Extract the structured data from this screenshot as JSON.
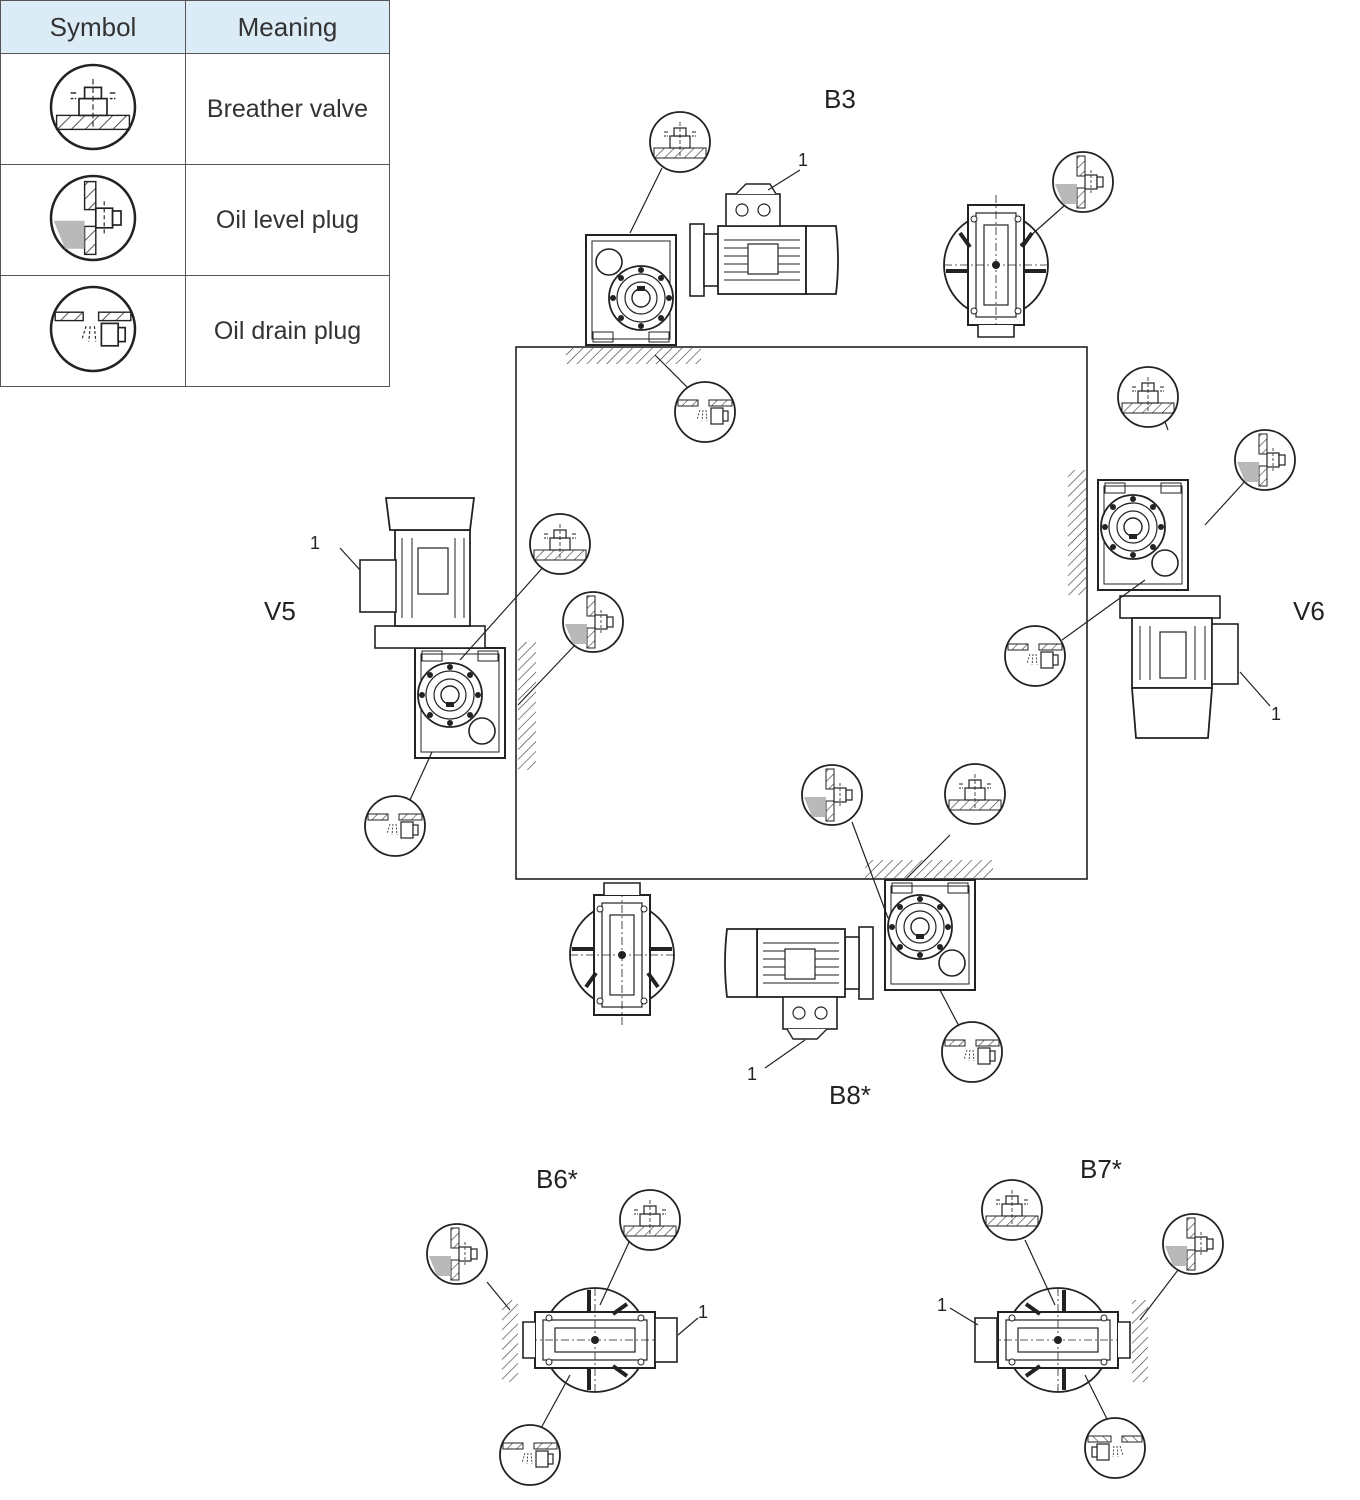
{
  "legend": {
    "headers": {
      "symbol": "Symbol",
      "meaning": "Meaning"
    },
    "rows": [
      {
        "icon": "breather-valve-icon",
        "meaning": "Breather valve"
      },
      {
        "icon": "oil-level-plug-icon",
        "meaning": "Oil level plug"
      },
      {
        "icon": "oil-drain-plug-icon",
        "meaning": "Oil drain plug"
      }
    ]
  },
  "positions": {
    "b3": "B3",
    "v5": "V5",
    "v6": "V6",
    "b8": "B8*",
    "b6": "B6*",
    "b7": "B7*"
  },
  "callout": "1",
  "colors": {
    "line": "#222222",
    "legend_header": "#dcecf7",
    "oil": "#9a9a9a"
  }
}
